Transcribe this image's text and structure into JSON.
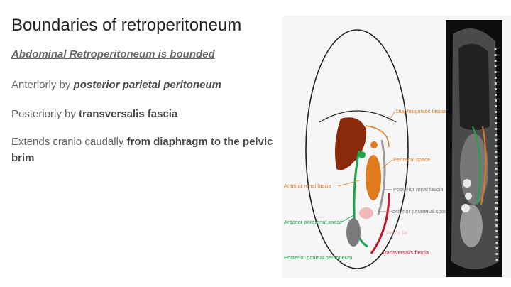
{
  "slide": {
    "title": "Boundaries of retroperitoneum",
    "subtitle": "Abdominal Retroperitoneum is bounded",
    "lines": [
      {
        "plain": "Anteriorly by ",
        "bold": "posterior parietal peritoneum"
      },
      {
        "plain": "Posteriorly by ",
        "bold": "transversalis fascia"
      },
      {
        "plain": "Extends cranio caudally ",
        "bold": "from diaphragm to the pelvic brim"
      }
    ]
  },
  "figure": {
    "labels": {
      "diaphragmatic": "Diaphragmatic fascia",
      "perirenal": "Perirenal space",
      "anterior_renal": "Anterior renal fascia",
      "posterior_renal": "Posterior renal fascia",
      "posterior_pararenal": "Posterior pararenal space",
      "anterior_pararenal": "Anterior pararenal space",
      "pelvic": "Pelvic fat",
      "posterior_parietal": "Posterior parietal peritoneum",
      "transversalis": "Transversalis fascia"
    },
    "colors": {
      "orange": "#e07a1f",
      "green": "#1aa54a",
      "red": "#c4182a",
      "gray": "#8a8a8a",
      "liver": "#8b2a0a",
      "pink": "#f2b7b7"
    }
  }
}
